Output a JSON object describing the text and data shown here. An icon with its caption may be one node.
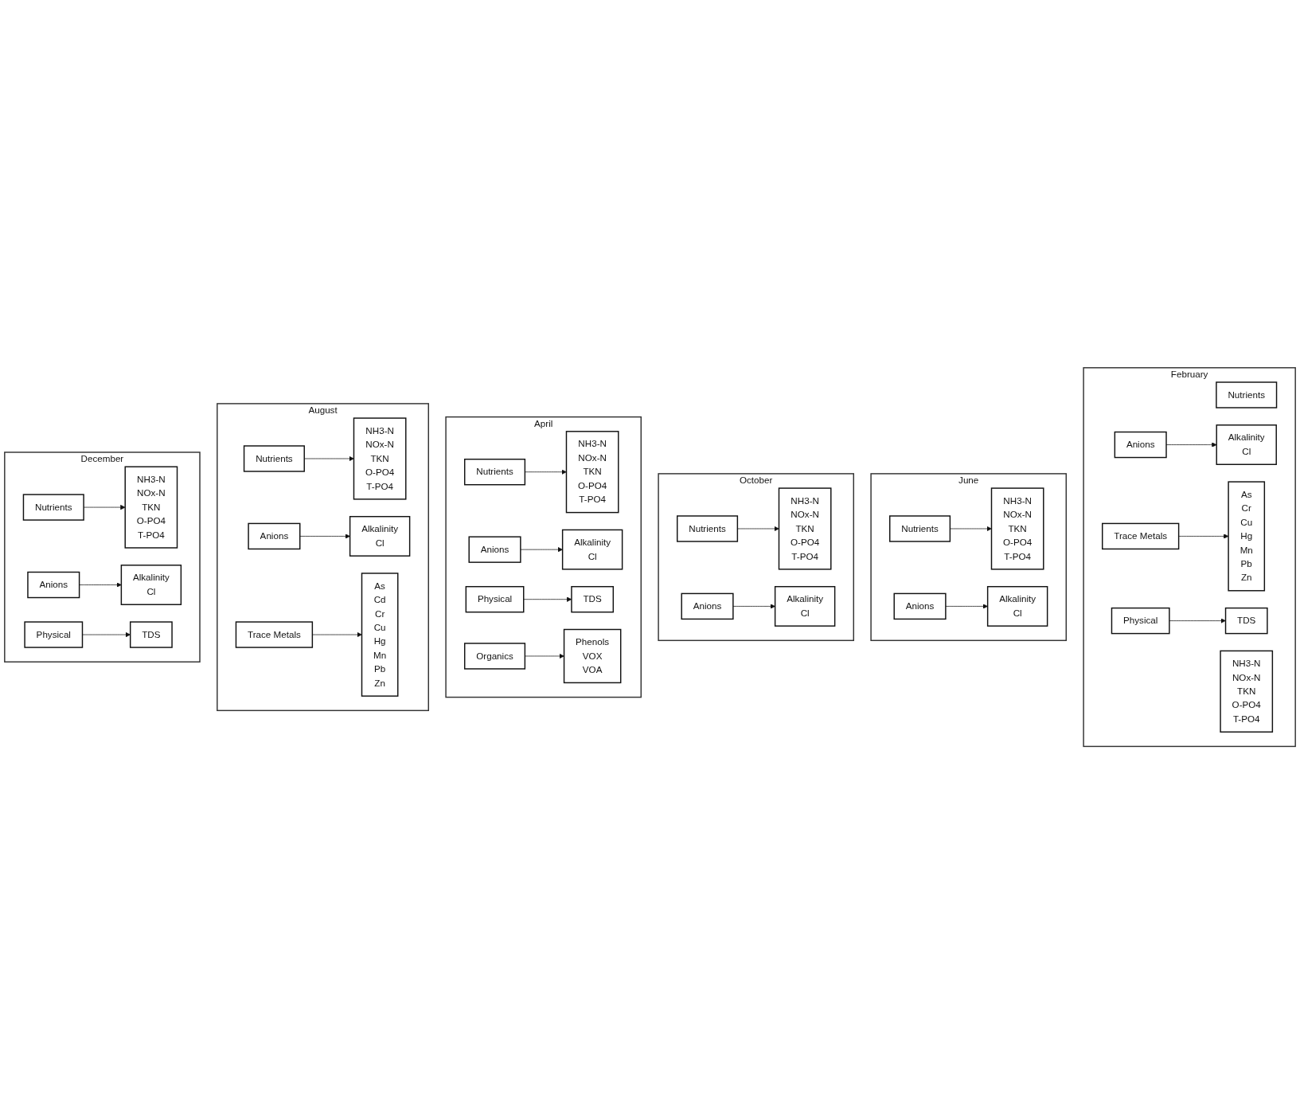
{
  "diagram": {
    "nodes": [
      {
        "text": [
          "February"
        ]
      },
      {
        "text": [
          "Nutrients"
        ],
        "in": 0
      },
      {
        "text": [
          "NH3-N",
          "NOx-N",
          "TKN",
          "O-PO4",
          "T-PO4"
        ],
        "in": 0
      },
      {
        "text": [
          "Anions"
        ],
        "in": 0
      },
      {
        "text": [
          "Alkalinity",
          "Cl"
        ],
        "in": 0
      },
      {
        "text": [
          "Trace Metals"
        ],
        "in": 0
      },
      {
        "text": [
          "As",
          "Cr",
          "Cu",
          "Hg",
          "Mn",
          "Pb",
          "Zn"
        ],
        "in": 0
      },
      {
        "text": [
          "Physical"
        ],
        "in": 0
      },
      {
        "text": [
          "TDS"
        ],
        "in": 0
      },
      {
        "text": [
          "June"
        ]
      },
      {
        "text": [
          "Nutrients"
        ],
        "in": 9
      },
      {
        "text": [
          "NH3-N",
          "NOx-N",
          "TKN",
          "O-PO4",
          "T-PO4"
        ],
        "in": 9
      },
      {
        "text": [
          "Anions"
        ],
        "in": 9
      },
      {
        "text": [
          "Alkalinity",
          "Cl"
        ],
        "in": 9
      },
      {
        "text": [
          "October"
        ]
      },
      {
        "text": [
          "Nutrients"
        ],
        "in": 14
      },
      {
        "text": [
          "NH3-N",
          "NOx-N",
          "TKN",
          "O-PO4",
          "T-PO4"
        ],
        "in": 14
      },
      {
        "text": [
          "Anions"
        ],
        "in": 14
      },
      {
        "text": [
          "Alkalinity",
          "Cl"
        ],
        "in": 14
      },
      {
        "text": [
          "April"
        ]
      },
      {
        "text": [
          "Nutrients"
        ],
        "in": 19
      },
      {
        "text": [
          "NH3-N",
          "NOx-N",
          "TKN",
          "O-PO4",
          "T-PO4"
        ],
        "in": 19
      },
      {
        "text": [
          "Anions"
        ],
        "in": 19
      },
      {
        "text": [
          "Alkalinity",
          "Cl"
        ],
        "in": 19
      },
      {
        "text": [
          "Physical"
        ],
        "in": 19
      },
      {
        "text": [
          "TDS"
        ],
        "in": 19
      },
      {
        "text": [
          "Organics"
        ],
        "in": 19
      },
      {
        "text": [
          "Phenols",
          "VOX",
          "VOA"
        ],
        "in": 19
      },
      {
        "text": [
          "August"
        ]
      },
      {
        "text": [
          "Nutrients"
        ],
        "in": 28
      },
      {
        "text": [
          "NH3-N",
          "NOx-N",
          "TKN",
          "O-PO4",
          "T-PO4"
        ],
        "in": 28
      },
      {
        "text": [
          "Anions"
        ],
        "in": 28
      },
      {
        "text": [
          "Alkalinity",
          "Cl"
        ],
        "in": 28
      },
      {
        "text": [
          "Trace Metals"
        ],
        "in": 28
      },
      {
        "text": [
          "As",
          "Cd",
          "Cr",
          "Cu",
          "Hg",
          "Mn",
          "Pb",
          "Zn"
        ],
        "in": 28
      },
      {
        "text": [
          "December"
        ]
      },
      {
        "text": [
          "Nutrients"
        ],
        "in": 35
      },
      {
        "text": [
          "NH3-N",
          "NOx-N",
          "TKN",
          "O-PO4",
          "T-PO4"
        ],
        "in": 35
      },
      {
        "text": [
          "Anions"
        ],
        "in": 35
      },
      {
        "text": [
          "Alkalinity",
          "Cl"
        ],
        "in": 35
      },
      {
        "text": [
          "Physical"
        ],
        "in": 35
      },
      {
        "text": [
          "TDS"
        ],
        "in": 35
      }
    ],
    "edges": [
      {
        "from": 3,
        "to": 4,
        "arrow": "to"
      },
      {
        "from": 5,
        "to": 6,
        "arrow": "to"
      },
      {
        "from": 7,
        "to": 8,
        "arrow": "to"
      },
      {
        "from": 10,
        "to": 11,
        "arrow": "to"
      },
      {
        "from": 12,
        "to": 13,
        "arrow": "to"
      },
      {
        "from": 15,
        "to": 16,
        "arrow": "to"
      },
      {
        "from": 17,
        "to": 18,
        "arrow": "to"
      },
      {
        "from": 20,
        "to": 21,
        "arrow": "to"
      },
      {
        "from": 22,
        "to": 23,
        "arrow": "to"
      },
      {
        "from": 24,
        "to": 25,
        "arrow": "to"
      },
      {
        "from": 26,
        "to": 27,
        "arrow": "to"
      },
      {
        "from": 29,
        "to": 30,
        "arrow": "to"
      },
      {
        "from": 31,
        "to": 32,
        "arrow": "to"
      },
      {
        "from": 33,
        "to": 34,
        "arrow": "to"
      },
      {
        "from": 36,
        "to": 37,
        "arrow": "to"
      },
      {
        "from": 38,
        "to": 39,
        "arrow": "to"
      },
      {
        "from": 40,
        "to": 41,
        "arrow": "to"
      }
    ]
  }
}
